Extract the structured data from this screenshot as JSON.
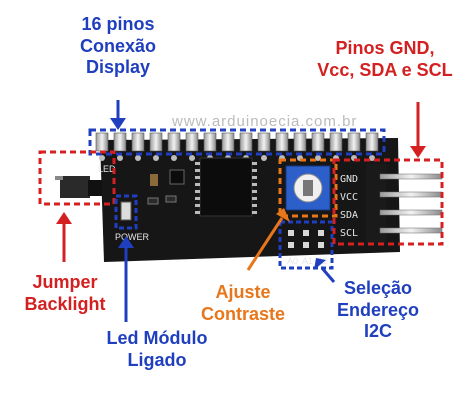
{
  "labels": {
    "pins16": [
      "16 pinos",
      "Conexão",
      "Display"
    ],
    "pins_gnd": [
      "Pinos GND,",
      "Vcc, SDA e SCL"
    ],
    "jumper": [
      "Jumper",
      "Backlight"
    ],
    "led": [
      "Led Módulo",
      "Ligado"
    ],
    "ajuste": [
      "Ajuste",
      "Contraste"
    ],
    "selecao": [
      "Seleção",
      "Endereço",
      "I2C"
    ]
  },
  "board": {
    "watermark": "www.arduinoecia.com.br",
    "led_silk": "LED",
    "power_silk": "POWER",
    "pin_names": [
      "GND",
      "VCC",
      "SDA",
      "SCL"
    ],
    "address_pads": [
      "A0",
      "A1",
      "A2"
    ]
  },
  "colors": {
    "blue": "#1f3fbf",
    "red": "#d42020",
    "orange": "#e8761a",
    "pcb": "#161616"
  }
}
